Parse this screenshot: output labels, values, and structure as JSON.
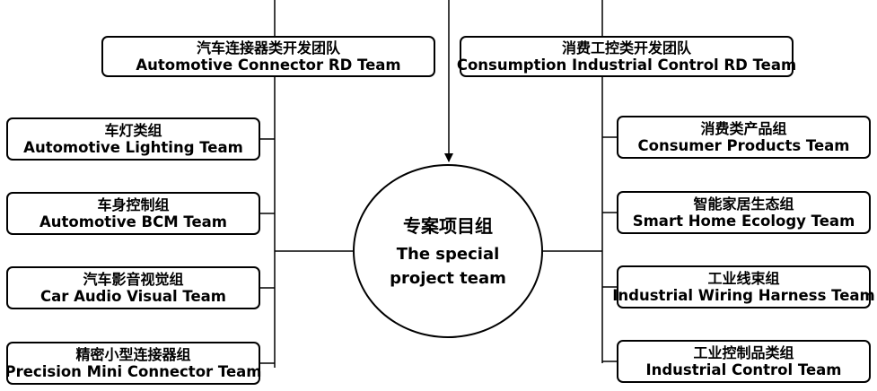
{
  "center": {
    "zh": "专案项目组",
    "en_line1": "The special",
    "en_line2": "project team"
  },
  "groups": {
    "automotive": {
      "zh": "汽车连接器类开发团队",
      "en": "Automotive Connector RD Team"
    },
    "consumption": {
      "zh": "消费工控类开发团队",
      "en": "Consumption Industrial Control RD Team"
    }
  },
  "left_teams": [
    {
      "zh": "车灯类组",
      "en": "Automotive Lighting Team"
    },
    {
      "zh": "车身控制组",
      "en": "Automotive BCM Team"
    },
    {
      "zh": "汽车影音视觉组",
      "en": "Car Audio Visual Team"
    },
    {
      "zh": "精密小型连接器组",
      "en": "Precision Mini Connector Team"
    }
  ],
  "right_teams": [
    {
      "zh": "消费类产品组",
      "en": "Consumer Products Team"
    },
    {
      "zh": "智能家居生态组",
      "en": "Smart Home Ecology Team"
    },
    {
      "zh": "工业线束组",
      "en": "Industrial Wiring Harness Team"
    },
    {
      "zh": "工业控制品类组",
      "en": "Industrial Control Team"
    }
  ]
}
